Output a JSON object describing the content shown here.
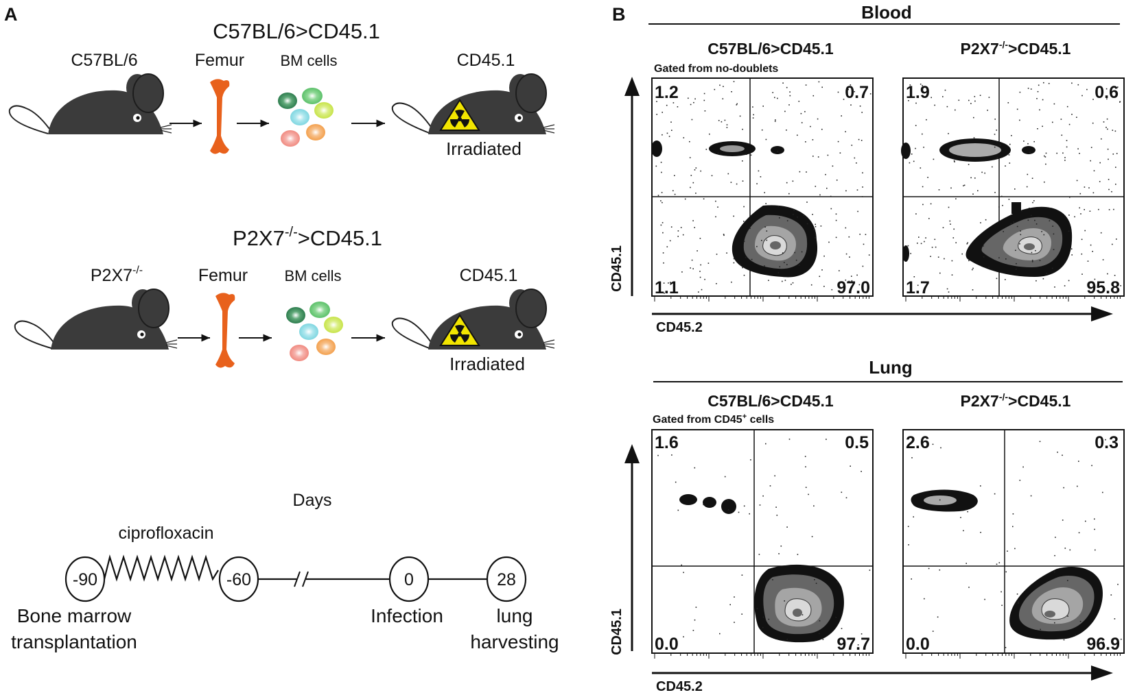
{
  "panel_a": {
    "label": "A",
    "scheme1": {
      "title": "C57BL/6>CD45.1",
      "donor": "C57BL/6",
      "femur": "Femur",
      "cells": "BM cells",
      "recipient": "CD45.1",
      "irradiated": "Irradiated"
    },
    "scheme2": {
      "title_main": "P2X7",
      "title_sup": "-/-",
      "title_rest": ">CD45.1",
      "donor_main": "P2X7",
      "donor_sup": "-/-",
      "femur": "Femur",
      "cells": "BM cells",
      "recipient": "CD45.1",
      "irradiated": "Irradiated"
    },
    "timeline": {
      "title": "Days",
      "treatment": "ciprofloxacin",
      "points": [
        {
          "day": "-90",
          "caption": [
            "Bone marrow",
            "transplantation"
          ]
        },
        {
          "day": "-60",
          "caption": []
        },
        {
          "day": "0",
          "caption": [
            "Infection"
          ]
        },
        {
          "day": "28",
          "caption": [
            "lung",
            "harvesting"
          ]
        }
      ]
    },
    "colors": {
      "mouse": "#3b3b3b",
      "femur": "#e8611c",
      "hazard": "#f2e500",
      "cells": [
        "#2e7d4f",
        "#5cc06a",
        "#c7e34a",
        "#7fd6e0",
        "#f08a80",
        "#f3a04d"
      ]
    }
  },
  "panel_b": {
    "label": "B",
    "x_axis_label": "CD45.2",
    "y_axis_label": "CD45.1",
    "sections": [
      {
        "title": "Blood",
        "plots": [
          {
            "title_main": "C57BL/6>CD45.1",
            "title_sup": "",
            "title_rest": "",
            "gate_main": "Gated from no-doublets",
            "gate_sup": "",
            "gate_rest": "",
            "quadrants": {
              "ul": "1.2",
              "ur": "0.7",
              "ll": "1.1",
              "lr": "97.0"
            }
          },
          {
            "title_main": "P2X7",
            "title_sup": "-/-",
            "title_rest": ">CD45.1",
            "gate_main": "",
            "gate_sup": "",
            "gate_rest": "",
            "quadrants": {
              "ul": "1.9",
              "ur": "0.6",
              "ll": "1.7",
              "lr": "95.8"
            }
          }
        ]
      },
      {
        "title": "Lung",
        "plots": [
          {
            "title_main": "C57BL/6>CD45.1",
            "title_sup": "",
            "title_rest": "",
            "gate_main": "Gated from CD45",
            "gate_sup": "+",
            "gate_rest": " cells",
            "quadrants": {
              "ul": "1.6",
              "ur": "0.5",
              "ll": "0.0",
              "lr": "97.7"
            }
          },
          {
            "title_main": "P2X7",
            "title_sup": "-/-",
            "title_rest": ">CD45.1",
            "gate_main": "",
            "gate_sup": "",
            "gate_rest": "",
            "quadrants": {
              "ul": "2.6",
              "ur": "0.3",
              "ll": "0.0",
              "lr": "96.9"
            }
          }
        ]
      }
    ]
  }
}
